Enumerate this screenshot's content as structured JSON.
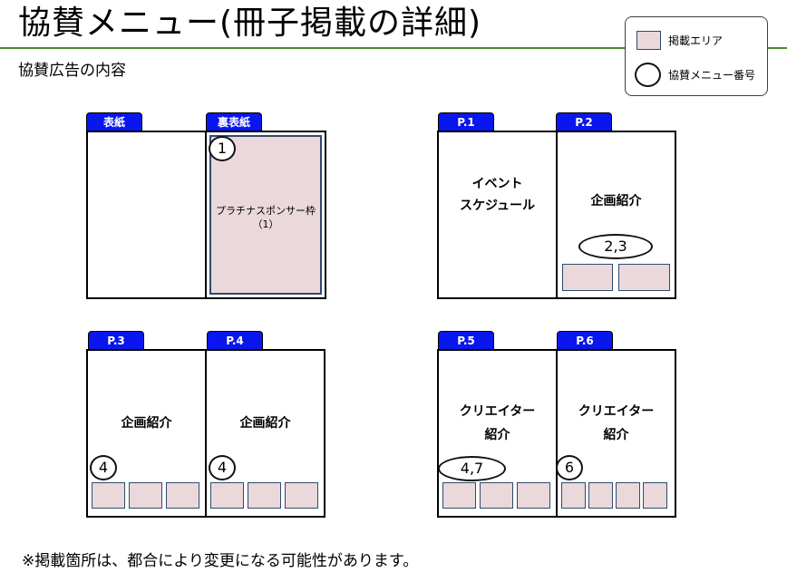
{
  "title": "協賛メニュー(冊子掲載の詳細)",
  "subtitle": "協賛広告の内容",
  "legend": {
    "area_label": "掲載エリア",
    "menu_label": "協賛メニュー番号"
  },
  "spreads": {
    "covers": {
      "front": {
        "tab": "表紙"
      },
      "back": {
        "tab": "裏表紙",
        "badge": "1",
        "ad_text": "プラチナスポンサー枠\n（1）"
      }
    },
    "p1p2": {
      "p1": {
        "tab": "P.1",
        "text_line1": "イベント",
        "text_line2": "スケジュール"
      },
      "p2": {
        "tab": "P.2",
        "text": "企画紹介",
        "badge": "2,3"
      }
    },
    "p3p4": {
      "p3": {
        "tab": "P.3",
        "text": "企画紹介",
        "badge": "4"
      },
      "p4": {
        "tab": "P.4",
        "text": "企画紹介",
        "badge": "4"
      }
    },
    "p5p6": {
      "p5": {
        "tab": "P.5",
        "text_line1": "クリエイター",
        "text_line2": "紹介",
        "badge": "4,7"
      },
      "p6": {
        "tab": "P.6",
        "text_line1": "クリエイター",
        "text_line2": "紹介",
        "badge": "6"
      }
    }
  },
  "footer_note": "※掲載箇所は、都合により変更になる可能性があります。"
}
